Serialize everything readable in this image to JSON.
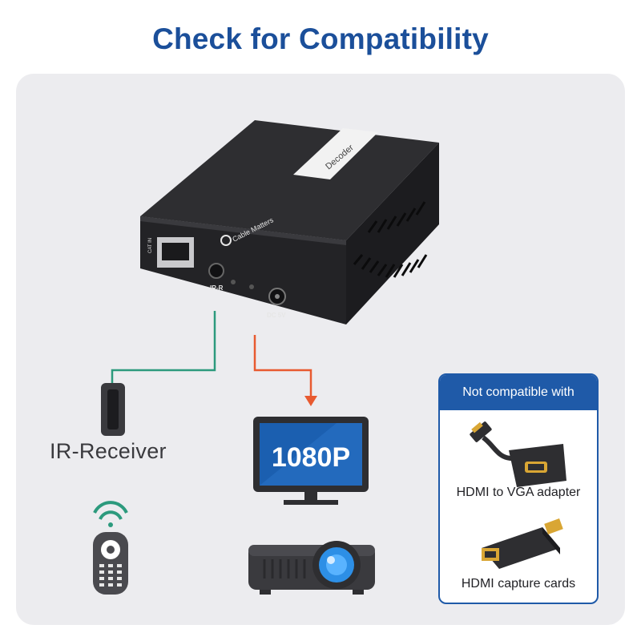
{
  "page": {
    "title": "Check for Compatibility"
  },
  "decoder": {
    "brand": "Cable Matters",
    "label": "Decoder",
    "port_cat": "CAT IN",
    "port_ir": "IR-R",
    "port_dc": "DC 5V"
  },
  "ir_receiver": {
    "label": "IR-Receiver"
  },
  "monitor": {
    "resolution": "1080P"
  },
  "incompatible": {
    "header": "Not compatible with",
    "items": [
      {
        "label": "HDMI to VGA adapter",
        "icon": "hdmi-vga-adapter-icon"
      },
      {
        "label": "HDMI capture cards",
        "icon": "hdmi-capture-card-icon"
      }
    ]
  },
  "colors": {
    "title": "#1b4f9a",
    "accent_blue": "#1f5aa8",
    "ir_line": "#2c9a7d",
    "hdmi_line": "#e85a30",
    "screen": "#1b5fb0"
  }
}
